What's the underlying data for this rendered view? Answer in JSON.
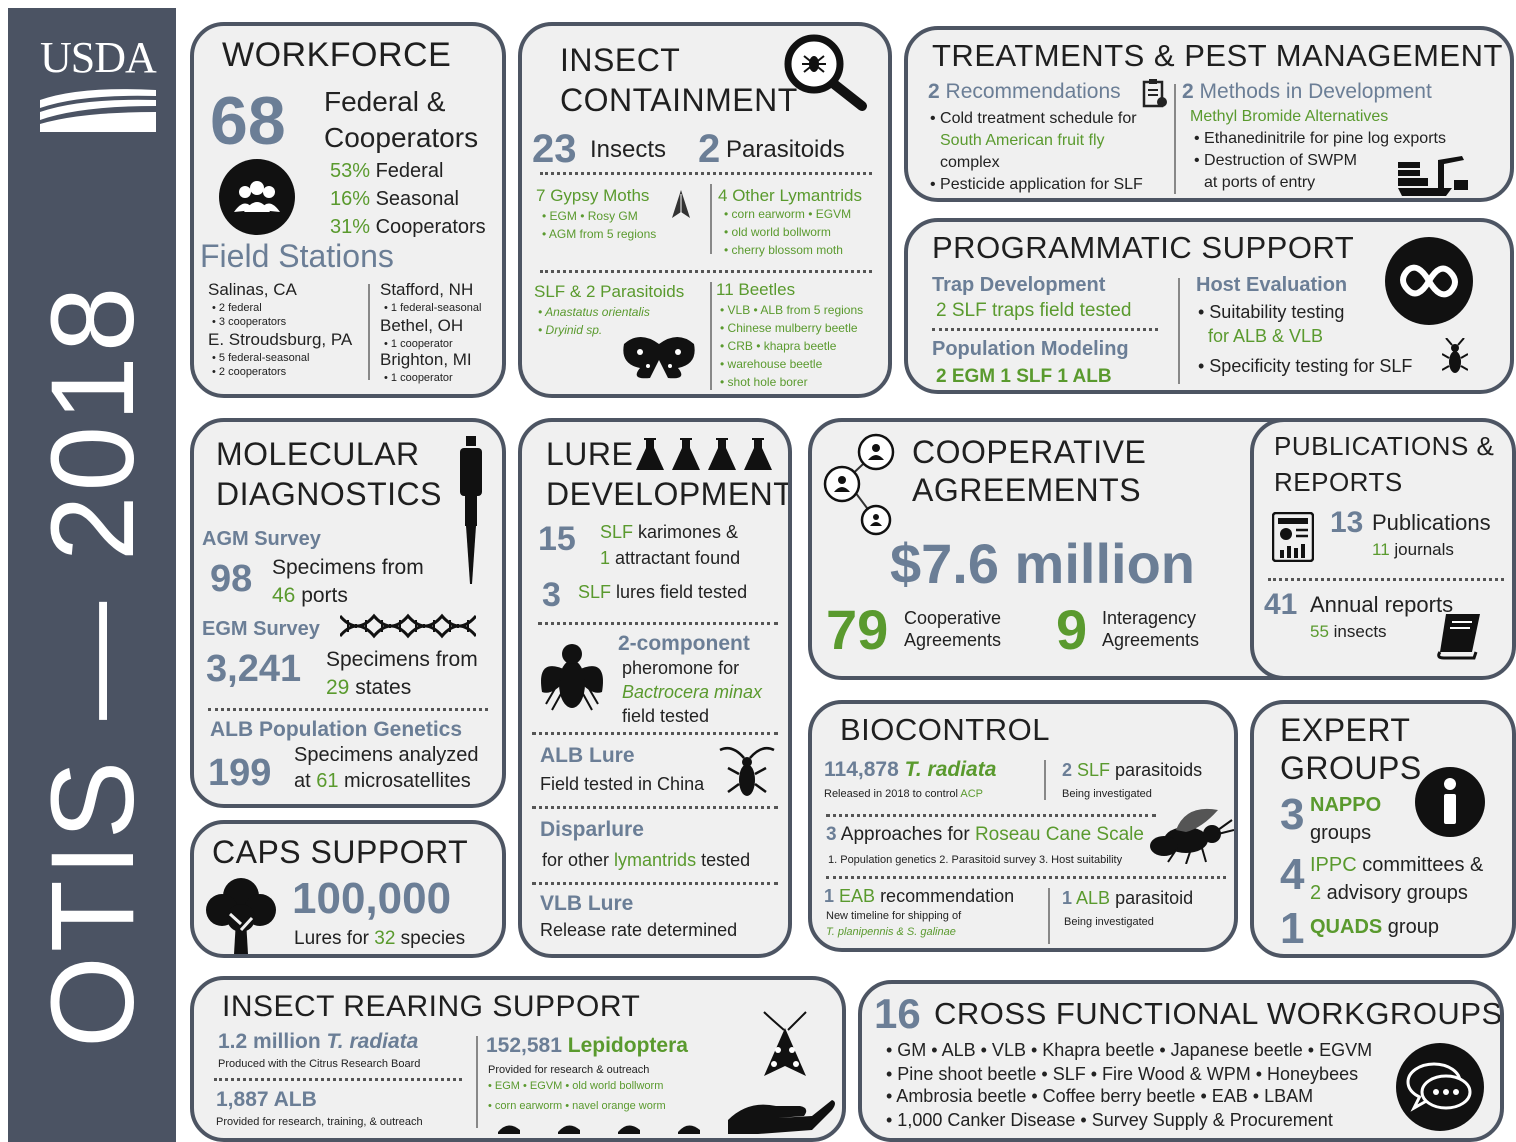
{
  "logo": {
    "text": "USDA"
  },
  "title": "OTIS — 2018",
  "workforce": {
    "title": "WORKFORCE",
    "count": "68",
    "count_label_1": "Federal &",
    "count_label_2": "Cooperators",
    "pct": [
      {
        "v": "53%",
        "l": "Federal"
      },
      {
        "v": "16%",
        "l": "Seasonal"
      },
      {
        "v": "31%",
        "l": "Cooperators"
      }
    ],
    "stations_title": "Field Stations",
    "stations": [
      {
        "name": "Salinas, CA",
        "notes": [
          "• 2 federal",
          "• 3 cooperators"
        ]
      },
      {
        "name": "E. Stroudsburg, PA",
        "notes": [
          "• 5 federal-seasonal",
          "• 2 cooperators"
        ]
      },
      {
        "name": "Stafford, NH",
        "notes": [
          "• 1 federal-seasonal"
        ]
      },
      {
        "name": "Bethel, OH",
        "notes": [
          "• 1 cooperator"
        ]
      },
      {
        "name": "Brighton, MI",
        "notes": [
          "• 1 cooperator"
        ]
      }
    ]
  },
  "insect": {
    "title_1": "INSECT",
    "title_2": "CONTAINMENT",
    "n_insects": "23",
    "insects": "Insects",
    "n_para": "2",
    "para": "Parasitoids",
    "gypsy_n": "7",
    "gypsy": "Gypsy Moths",
    "gypsy_items": [
      "• EGM • Rosy GM",
      "• AGM from 5 regions"
    ],
    "lym_n": "4",
    "lym": "Other Lymantrids",
    "lym_items": [
      "• corn earworm • EGVM",
      "• old world bollworm",
      "• cherry blossom moth"
    ],
    "slf_a": "SLF",
    "slf_b": "& 2 Parasitoids",
    "slf_items": [
      "• Anastatus orientalis",
      "• Dryinid sp."
    ],
    "beetles_n": "11",
    "beetles": "Beetles",
    "beetle_items": [
      "• VLB • ALB from 5 regions",
      "• Chinese mulberry beetle",
      "• CRB • khapra beetle",
      "• warehouse beetle",
      "• shot hole borer"
    ]
  },
  "treat": {
    "title": "TREATMENTS & PEST MANAGEMENT",
    "rec_n": "2",
    "rec": "Recommendations",
    "rec_lines": [
      "• Cold treatment schedule for",
      "South American fruit fly",
      "complex",
      "• Pesticide application for SLF"
    ],
    "meth_n": "2",
    "meth": "Methods in Development",
    "meth_sub": "Methyl Bromide Alternatives",
    "meth_lines": [
      "• Ethanedinitrile for pine log exports",
      "• Destruction of SWPM",
      "at ports of entry"
    ]
  },
  "prog": {
    "title": "PROGRAMMATIC  SUPPORT",
    "trap": "Trap Development",
    "trap_line": "2  SLF traps field tested",
    "pop": "Population Modeling",
    "pop_line": "2 EGM  1 SLF  1 ALB",
    "host": "Host Evaluation",
    "host_lines": [
      "•  Suitability testing",
      "for ALB & VLB",
      "•  Specificity testing for SLF"
    ]
  },
  "mol": {
    "title_1": "MOLECULAR",
    "title_2": "DIAGNOSTICS",
    "agm": "AGM Survey",
    "agm_n": "98",
    "agm_l1": "Specimens from",
    "agm_l2": "46 ports",
    "egm": "EGM Survey",
    "egm_n": "3,241",
    "egm_l1": "Specimens from",
    "egm_l2": "29 states",
    "alb": "ALB Population Genetics",
    "alb_n": "199",
    "alb_l1": "Specimens analyzed",
    "alb_l2": "at 61 microsatellites"
  },
  "lure": {
    "title_1": "LURE",
    "title_2": "DEVELOPMENT",
    "a_n": "15",
    "a_l1": "SLF karimones &",
    "a_l2": "1 attractant  found",
    "b_n": "3",
    "b_l": "SLF lures field tested",
    "c_l1": "2-component",
    "c_l2": "pheromone for",
    "c_l3": "Bactrocera minax",
    "c_l4": "field tested",
    "alb": "ALB Lure",
    "alb_l": "Field tested in China",
    "dis": "Disparlure",
    "dis_l": "for other lymantrids tested",
    "vlb": "VLB Lure",
    "vlb_l": "Release rate determined"
  },
  "coop": {
    "title_1": "COOPERATIVE",
    "title_2": "AGREEMENTS",
    "amount": "$7.6 million",
    "a_n": "79",
    "a_l1": "Cooperative",
    "a_l2": "Agreements",
    "b_n": "9",
    "b_l1": "Interagency",
    "b_l2": "Agreements"
  },
  "pub": {
    "title_1": "PUBLICATIONS &",
    "title_2": "REPORTS",
    "p_n": "13",
    "p": "Publications",
    "j": "11 journals",
    "r_n": "41",
    "r": "Annual reports",
    "i": "55 insects"
  },
  "caps": {
    "title": "CAPS SUPPORT",
    "n": "100,000",
    "l": "Lures for 32 species"
  },
  "bio": {
    "title": "BIOCONTROL",
    "a_n": "114,878",
    "a_sp": "T. radiata",
    "a_l": "Released  in 2018 to control ACP",
    "b_n": "2",
    "b_l": "SLF parasitoids",
    "b_sub": "Being investigated",
    "c": "3 Approaches for Roseau Cane Scale",
    "c_sub": "1. Population genetics  2. Parasitoid survey  3. Host suitability",
    "d": "1  EAB recommendation",
    "d_s1": "New timeline for shipping of",
    "d_s2": "T. planipennis  & S. galinae",
    "e": "1  ALB parasitoid",
    "e_sub": "Being investigated"
  },
  "expert": {
    "title_1": "EXPERT",
    "title_2": "GROUPS",
    "a_n": "3",
    "a_1": "NAPPO",
    "a_2": "groups",
    "b_n": "4",
    "b_1": "IPPC committees &",
    "b_2": "2 advisory groups",
    "c_n": "1",
    "c_1": "QUADS group"
  },
  "rear": {
    "title": "INSECT REARING SUPPORT",
    "a": "1.2 million T. radiata",
    "a_sub": "Produced with the Citrus Research Board",
    "b": "1,887 ALB",
    "b_sub": "Provided for research, training, & outreach",
    "c": "152,581 Lepidoptera",
    "c_sub": "Provided for research & outreach",
    "c_items": [
      "• EGM • EGVM • old world bollworm",
      "• corn earworm • navel orange worm"
    ]
  },
  "cross": {
    "n": "16",
    "title": "CROSS FUNCTIONAL WORKGROUPS",
    "lines": [
      "• GM • ALB • VLB • Khapra beetle • Japanese beetle • EGVM",
      "• Pine shoot beetle • SLF • Fire Wood & WPM • Honeybees",
      "• Ambrosia beetle • Coffee berry beetle • EAB • LBAM",
      "• 1,000 Canker  Disease • Survey Supply & Procurement"
    ]
  }
}
